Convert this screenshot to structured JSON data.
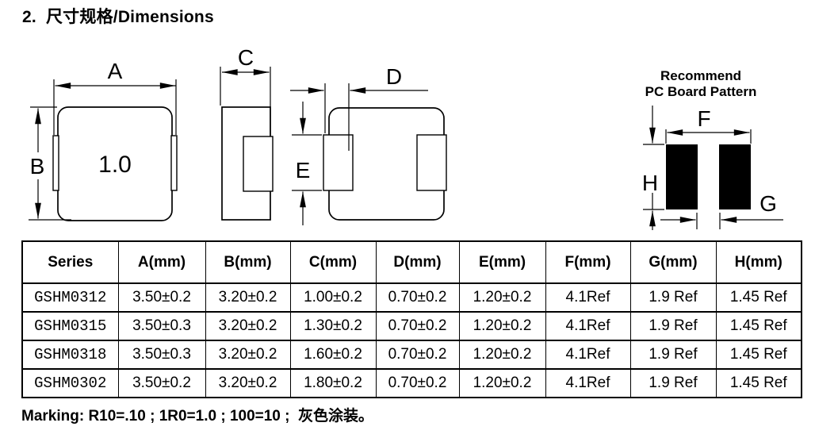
{
  "title": "2.  尺寸规格/Dimensions",
  "drawings": {
    "top_view": {
      "marking": "1.0",
      "dim_a": "A",
      "dim_b": "B"
    },
    "side_view": {
      "dim_c": "C"
    },
    "bottom_view": {
      "dim_d": "D",
      "dim_e": "E"
    },
    "pcb_pattern": {
      "title_line1": "Recommend",
      "title_line2": "PC Board Pattern",
      "dim_f": "F",
      "dim_g": "G",
      "dim_h": "H"
    }
  },
  "table": {
    "headers": [
      "Series",
      "A(mm)",
      "B(mm)",
      "C(mm)",
      "D(mm)",
      "E(mm)",
      "F(mm)",
      "G(mm)",
      "H(mm)"
    ],
    "rows": [
      [
        "GSHM0312",
        "3.50±0.2",
        "3.20±0.2",
        "1.00±0.2",
        "0.70±0.2",
        "1.20±0.2",
        "4.1Ref",
        "1.9 Ref",
        "1.45 Ref"
      ],
      [
        "GSHM0315",
        "3.50±0.3",
        "3.20±0.2",
        "1.30±0.2",
        "0.70±0.2",
        "1.20±0.2",
        "4.1Ref",
        "1.9 Ref",
        "1.45 Ref"
      ],
      [
        "GSHM0318",
        "3.50±0.3",
        "3.20±0.2",
        "1.60±0.2",
        "0.70±0.2",
        "1.20±0.2",
        "4.1Ref",
        "1.9 Ref",
        "1.45 Ref"
      ],
      [
        "GSHM0302",
        "3.50±0.2",
        "3.20±0.2",
        "1.80±0.2",
        "0.70±0.2",
        "1.20±0.2",
        "4.1Ref",
        "1.9 Ref",
        "1.45 Ref"
      ]
    ]
  },
  "marking": "Marking: R10=.10 ; 1R0=1.0 ; 100=10 ;  灰色涂装。",
  "colors": {
    "ink": "#000000",
    "paper": "#ffffff",
    "pad_fill": "#000000"
  }
}
